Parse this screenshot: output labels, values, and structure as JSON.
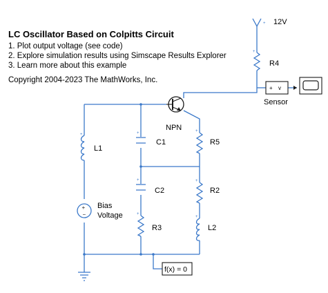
{
  "header": {
    "title": "LC Oscillator Based on Colpitts Circuit",
    "links": [
      "1. Plot output voltage  (see code)",
      "2. Explore simulation results using Simscape Results Explorer",
      "3. Learn more about this example"
    ],
    "copyright": "Copyright 2004-2023 The MathWorks, Inc."
  },
  "blocks": {
    "supply": "12V",
    "r4": "R4",
    "sensor": "Sensor",
    "sensor_plus": "+",
    "sensor_v": "v",
    "npn": "NPN",
    "c1": "C1",
    "r5": "R5",
    "l1": "L1",
    "c2": "C2",
    "r2": "R2",
    "bias_line1": "Bias",
    "bias_line2": "Voltage",
    "r3": "R3",
    "l2": "L2",
    "solver": "f(x) = 0"
  },
  "colors": {
    "wire": "#3a78c9",
    "block": "#1a1a1a"
  }
}
